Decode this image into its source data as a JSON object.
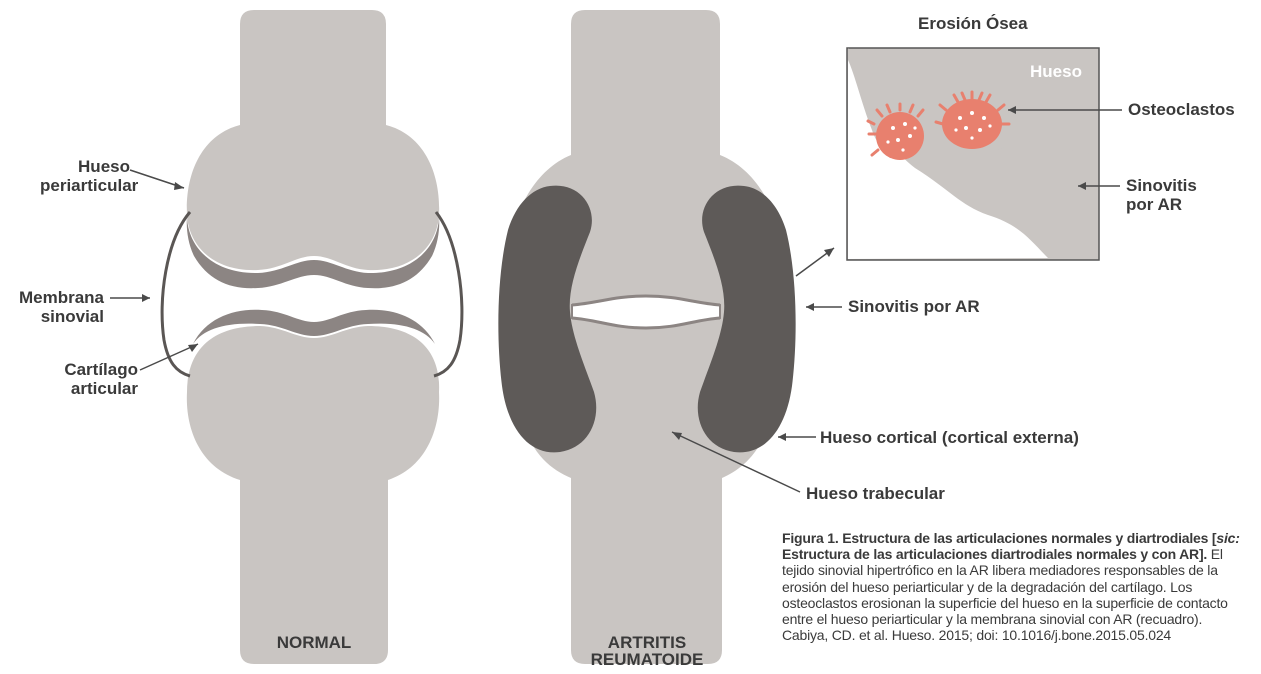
{
  "colors": {
    "bone": "#c9c5c2",
    "cartilage": "#8c8583",
    "synovitis": "#5e5a58",
    "membrane": "#5a5654",
    "osteoclast": "#e8806e",
    "text": "#3a3a3a"
  },
  "labels": {
    "hueso_periarticular_1": "Hueso",
    "hueso_periarticular_2": "periarticular",
    "membrana_1": "Membrana",
    "membrana_2": "sinovial",
    "cartilago_1": "Cartílago",
    "cartilago_2": "articular",
    "inset_title": "Erosión Ósea",
    "inset_bone": "Hueso",
    "osteoclastos": "Osteoclastos",
    "sinovitis_inset_1": "Sinovitis",
    "sinovitis_inset_2": "por AR",
    "sinovitis_main": "Sinovitis por AR",
    "hueso_cortical": "Hueso cortical (cortical externa)",
    "hueso_trabecular": "Hueso trabecular",
    "normal": "NORMAL",
    "artritis_1": "ARTRITIS",
    "artritis_2": "REUMATOIDE"
  },
  "caption": {
    "bold_1": "Figura 1. Estructura de las articulaciones normales y diartrodiales [",
    "italic_sic": "sic:",
    "bold_2": " Estructura de las articulaciones diartrodiales normales y con AR].",
    "body": " El tejido sinovial hipertrófico en la AR libera mediadores responsables de la erosión del hueso periarticular y de la degradación del cartílago. Los osteoclastos erosionan la superficie del hueso en la superficie de contacto entre el hueso periarticular y la membrana sinovial con AR (recuadro).",
    "cutoff": "Cabiya, CD. et al. Hueso. 2015; doi: 10.1016/j.bone.2015.05.024"
  }
}
